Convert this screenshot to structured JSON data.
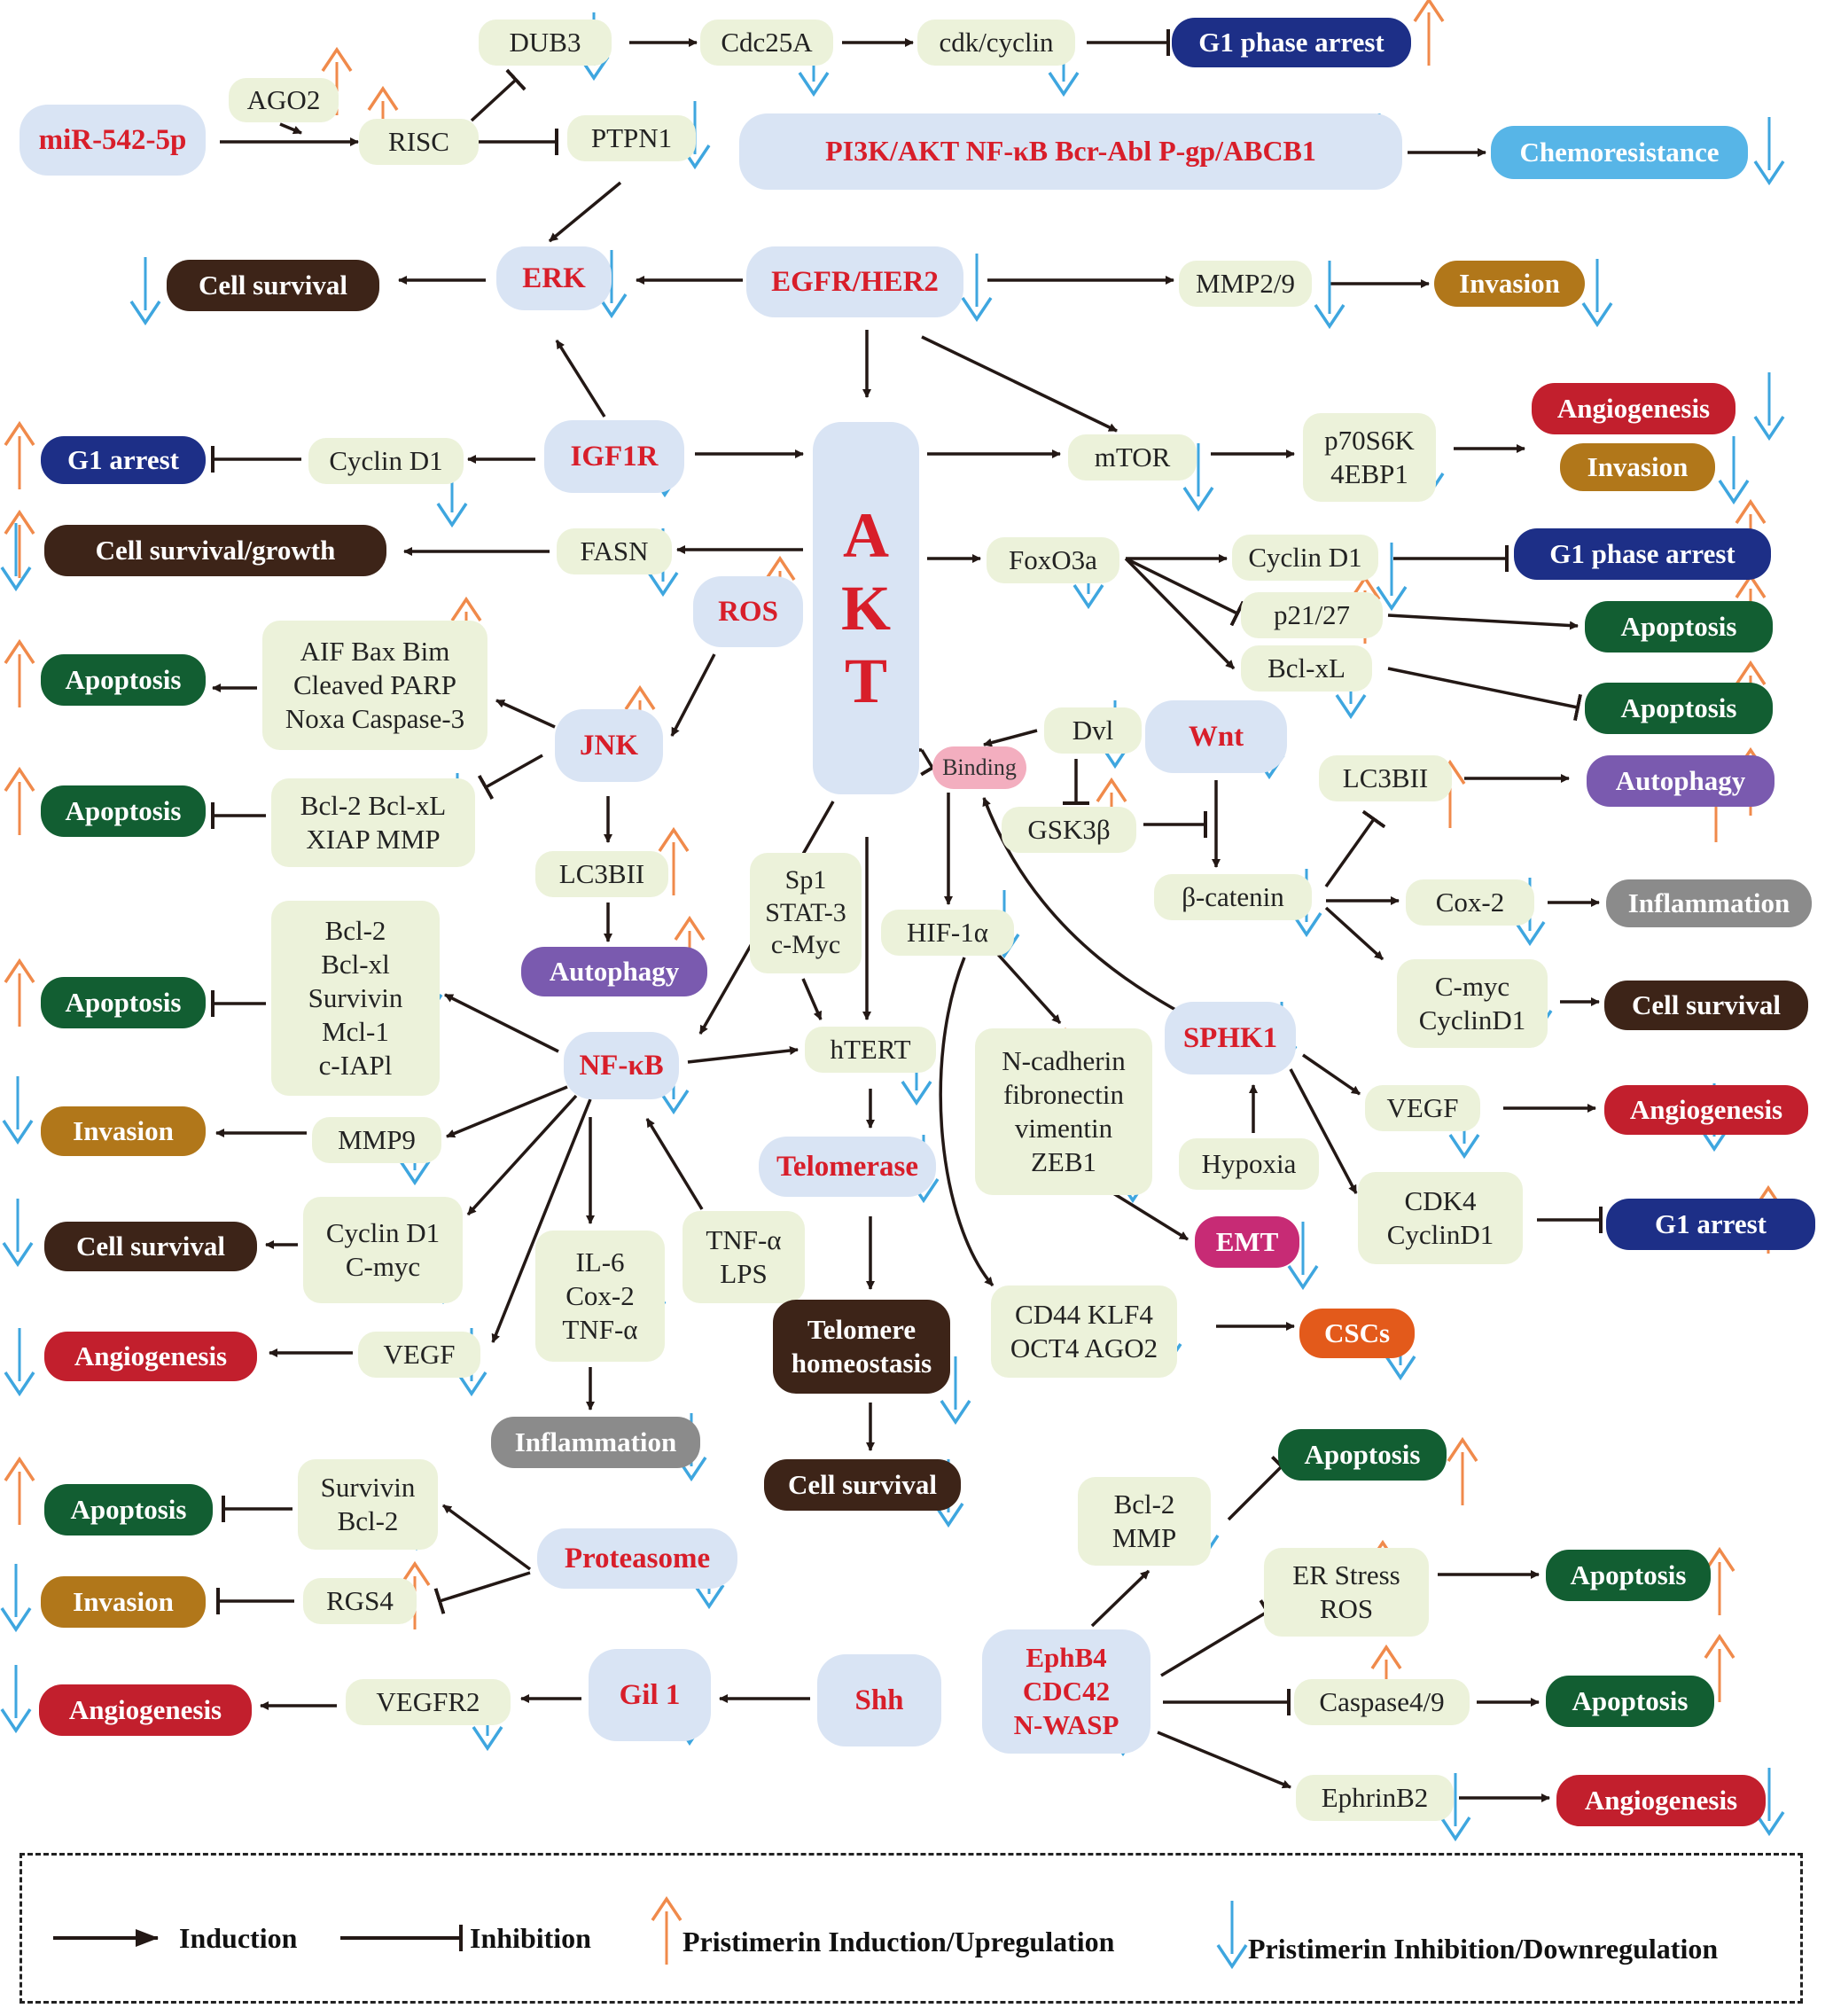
{
  "nodes": {
    "mir542": "miR-542-5p",
    "ago2": "AGO2",
    "risc": "RISC",
    "dub3": "DUB3",
    "cdc25a": "Cdc25A",
    "cdk_cyclin": "cdk/cyclin",
    "ptpn1": "PTPN1",
    "pi3k_group": "PI3K/AKT   NF-κB   Bcr-Abl   P-gp/ABCB1",
    "erk": "ERK",
    "egfr": "EGFR/HER2",
    "mmp29": "MMP2/9",
    "igf1r": "IGF1R",
    "cyclin_d1": "Cyclin D1",
    "akt_a": "A",
    "akt_k": "K",
    "akt_t": "T",
    "mtor": "mTOR",
    "p70s6k": "p70S6K",
    "ebp1": "4EBP1",
    "fasn": "FASN",
    "foxo3a": "FoxO3a",
    "ros": "ROS",
    "p21_27": "p21/27",
    "bcl_xl": "Bcl-xL",
    "aif_line1": "AIF Bax Bim",
    "aif_line2": "Cleaved PARP",
    "aif_line3": "Noxa Caspase-3",
    "jnk": "JNK",
    "dvl": "Dvl",
    "wnt": "Wnt",
    "binding": "Binding",
    "lc3bii": "LC3BII",
    "bcl2_line1": "Bcl-2 Bcl-xL",
    "bcl2_line2": "XIAP MMP",
    "gsk3b": "GSK3β",
    "sp1": "Sp1",
    "stat3": "STAT-3",
    "cmyc": "c-Myc",
    "bcatenin": "β-catenin",
    "hif1a": "HIF-1α",
    "cox2": "Cox-2",
    "list_bcl2": "Bcl-2",
    "list_bclxl": "Bcl-xl",
    "list_survivin": "Survivin",
    "list_mcl1": "Mcl-1",
    "list_ciap": "c-IAPl",
    "c_myc": "C-myc",
    "cyclind1_b": "CyclinD1",
    "nfkb": "NF-κB",
    "htert": "hTERT",
    "ncadherin": "N-cadherin",
    "fibronectin": "fibronectin",
    "vimentin": "vimentin",
    "zeb1": "ZEB1",
    "sphk1": "SPHK1",
    "vegf": "VEGF",
    "mmp9": "MMP9",
    "telomerase": "Telomerase",
    "hypoxia": "Hypoxia",
    "cdk4": "CDK4",
    "tnfa": "TNF-α",
    "lps": "LPS",
    "il6": "IL-6",
    "cd44_line1": "CD44 KLF4",
    "cd44_line2": "OCT4 AGO2",
    "survivin": "Survivin",
    "bcl_2": "Bcl-2",
    "mmp": "MMP",
    "proteasome": "Proteasome",
    "er_stress": "ER Stress",
    "ros_plain": "ROS",
    "rgs4": "RGS4",
    "ephb4": "EphB4",
    "cdc42": "CDC42",
    "nwasp": "N-WASP",
    "shh": "Shh",
    "gli1": "Gil 1",
    "vegfr2": "VEGFR2",
    "caspase49": "Caspase4/9",
    "ephrinb2": "EphrinB2"
  },
  "outcomes": {
    "g1_phase_arrest": "G1 phase arrest",
    "chemoresistance": "Chemoresistance",
    "cell_survival": "Cell survival",
    "invasion": "Invasion",
    "g1_arrest": "G1 arrest",
    "angiogenesis": "Angiogenesis",
    "cell_survival_growth": "Cell survival/growth",
    "apoptosis": "Apoptosis",
    "autophagy": "Autophagy",
    "inflammation": "Inflammation",
    "emt": "EMT",
    "telomere_line1": "Telomere",
    "telomere_line2": "homeostasis",
    "cscs": "CSCs"
  },
  "legend": {
    "induction": "Induction",
    "inhibition": "Inhibition",
    "upregulation": "Pristimerin Induction/Upregulation",
    "downregulation": "Pristimerin Inhibition/Downregulation"
  },
  "colors": {
    "arrow": "#231815",
    "up_arrow": "#f08a4b",
    "down_arrow": "#3ea6df",
    "node_label_red": "#d81e2a",
    "green_node": "#ecf2da",
    "blue_node": "#d9e4f4"
  },
  "edges": [
    {
      "from": "miR-542-5p",
      "to": "RISC",
      "type": "induction"
    },
    {
      "from": "AGO2",
      "to": "RISC",
      "type": "induction"
    },
    {
      "from": "RISC",
      "to": "DUB3",
      "type": "inhibition"
    },
    {
      "from": "RISC",
      "to": "PTPN1",
      "type": "inhibition"
    },
    {
      "from": "DUB3",
      "to": "Cdc25A",
      "type": "induction"
    },
    {
      "from": "Cdc25A",
      "to": "cdk/cyclin",
      "type": "induction"
    },
    {
      "from": "cdk/cyclin",
      "to": "G1 phase arrest",
      "type": "inhibition"
    },
    {
      "from": "PI3K/AKT NF-κB Bcr-Abl P-gp/ABCB1",
      "to": "Chemoresistance",
      "type": "induction"
    },
    {
      "from": "PTPN1",
      "to": "ERK",
      "type": "induction"
    },
    {
      "from": "ERK",
      "to": "Cell survival",
      "type": "induction"
    },
    {
      "from": "EGFR/HER2",
      "to": "ERK",
      "type": "induction"
    },
    {
      "from": "EGFR/HER2",
      "to": "MMP2/9",
      "type": "induction"
    },
    {
      "from": "MMP2/9",
      "to": "Invasion",
      "type": "induction"
    },
    {
      "from": "EGFR/HER2",
      "to": "AKT",
      "type": "induction"
    },
    {
      "from": "EGFR/HER2",
      "to": "mTOR",
      "type": "induction"
    },
    {
      "from": "IGF1R",
      "to": "ERK",
      "type": "induction"
    },
    {
      "from": "IGF1R",
      "to": "Cyclin D1",
      "type": "induction"
    },
    {
      "from": "Cyclin D1",
      "to": "G1 arrest",
      "type": "inhibition"
    },
    {
      "from": "IGF1R",
      "to": "AKT",
      "type": "induction"
    },
    {
      "from": "AKT",
      "to": "mTOR",
      "type": "induction"
    },
    {
      "from": "mTOR",
      "to": "p70S6K 4EBP1",
      "type": "induction"
    },
    {
      "from": "p70S6K 4EBP1",
      "to": "Angiogenesis / Invasion",
      "type": "induction"
    },
    {
      "from": "AKT",
      "to": "FASN",
      "type": "induction"
    },
    {
      "from": "FASN",
      "to": "Cell survival/growth",
      "type": "induction"
    },
    {
      "from": "AKT",
      "to": "FoxO3a",
      "type": "induction"
    },
    {
      "from": "FoxO3a",
      "to": "Cyclin D1",
      "type": "induction"
    },
    {
      "from": "Cyclin D1",
      "to": "G1 phase arrest",
      "type": "inhibition"
    },
    {
      "from": "FoxO3a",
      "to": "p21/27",
      "type": "inhibition"
    },
    {
      "from": "FoxO3a",
      "to": "Bcl-xL",
      "type": "induction"
    },
    {
      "from": "p21/27",
      "to": "Apoptosis",
      "type": "induction"
    },
    {
      "from": "Bcl-xL",
      "to": "Apoptosis",
      "type": "inhibition"
    },
    {
      "from": "ROS",
      "to": "JNK",
      "type": "induction"
    },
    {
      "from": "JNK",
      "to": "AIF Bax Bim Cleaved PARP Noxa Caspase-3",
      "type": "induction"
    },
    {
      "from": "AIF Bax Bim Cleaved PARP Noxa Caspase-3",
      "to": "Apoptosis",
      "type": "induction"
    },
    {
      "from": "JNK",
      "to": "Bcl-2 Bcl-xL XIAP MMP",
      "type": "inhibition"
    },
    {
      "from": "Bcl-2 Bcl-xL XIAP MMP",
      "to": "Apoptosis",
      "type": "inhibition"
    },
    {
      "from": "JNK",
      "to": "LC3BII",
      "type": "induction"
    },
    {
      "from": "LC3BII",
      "to": "Autophagy",
      "type": "induction"
    },
    {
      "from": "AKT",
      "to": "NF-κB",
      "type": "induction"
    },
    {
      "from": "AKT",
      "to": "hTERT",
      "type": "induction"
    },
    {
      "from": "Sp1 STAT-3 c-Myc",
      "to": "hTERT",
      "type": "induction"
    },
    {
      "from": "hTERT",
      "to": "Telomerase",
      "type": "induction"
    },
    {
      "from": "Telomerase",
      "to": "Telomere homeostasis",
      "type": "induction"
    },
    {
      "from": "Telomere homeostasis",
      "to": "Cell survival",
      "type": "induction"
    },
    {
      "from": "AKT",
      "to": "Binding",
      "type": "inhibition"
    },
    {
      "from": "Dvl",
      "to": "Binding",
      "type": "induction"
    },
    {
      "from": "Dvl",
      "to": "GSK3β",
      "type": "inhibition"
    },
    {
      "from": "GSK3β",
      "to": "β-catenin",
      "type": "inhibition"
    },
    {
      "from": "Wnt",
      "to": "β-catenin",
      "type": "induction"
    },
    {
      "from": "Binding",
      "to": "HIF-1α",
      "type": "induction"
    },
    {
      "from": "SPHK1",
      "to": "Binding",
      "type": "induction"
    },
    {
      "from": "β-catenin",
      "to": "LC3BII",
      "type": "inhibition"
    },
    {
      "from": "LC3BII",
      "to": "Autophagy",
      "type": "induction"
    },
    {
      "from": "β-catenin",
      "to": "Cox-2",
      "type": "induction"
    },
    {
      "from": "Cox-2",
      "to": "Inflammation",
      "type": "induction"
    },
    {
      "from": "β-catenin",
      "to": "C-myc CyclinD1",
      "type": "induction"
    },
    {
      "from": "C-myc CyclinD1",
      "to": "Cell survival",
      "type": "induction"
    },
    {
      "from": "HIF-1α",
      "to": "N-cadherin fibronectin vimentin ZEB1",
      "type": "induction"
    },
    {
      "from": "N-cadherin fibronectin vimentin ZEB1",
      "to": "EMT",
      "type": "induction"
    },
    {
      "from": "HIF-1α",
      "to": "CD44 KLF4 OCT4 AGO2",
      "type": "induction"
    },
    {
      "from": "CD44 KLF4 OCT4 AGO2",
      "to": "CSCs",
      "type": "induction"
    },
    {
      "from": "Hypoxia",
      "to": "SPHK1",
      "type": "induction"
    },
    {
      "from": "SPHK1",
      "to": "VEGF",
      "type": "induction"
    },
    {
      "from": "VEGF",
      "to": "Angiogenesis",
      "type": "induction"
    },
    {
      "from": "SPHK1",
      "to": "CDK4 CyclinD1",
      "type": "induction"
    },
    {
      "from": "CDK4 CyclinD1",
      "to": "G1 arrest",
      "type": "inhibition"
    },
    {
      "from": "NF-κB",
      "to": "Bcl-2 Bcl-xl Survivin Mcl-1 c-IAPl",
      "type": "induction"
    },
    {
      "from": "Bcl-2 Bcl-xl Survivin Mcl-1 c-IAPl",
      "to": "Apoptosis",
      "type": "inhibition"
    },
    {
      "from": "NF-κB",
      "to": "hTERT",
      "type": "induction"
    },
    {
      "from": "NF-κB",
      "to": "MMP9",
      "type": "induction"
    },
    {
      "from": "MMP9",
      "to": "Invasion",
      "type": "induction"
    },
    {
      "from": "NF-κB",
      "to": "Cyclin D1 C-Myc",
      "type": "induction"
    },
    {
      "from": "Cyclin D1 C-Myc",
      "to": "Cell survival",
      "type": "induction"
    },
    {
      "from": "NF-κB",
      "to": "VEGF",
      "type": "induction"
    },
    {
      "from": "VEGF",
      "to": "Angiogenesis",
      "type": "induction"
    },
    {
      "from": "NF-κB",
      "to": "IL-6 Cox-2 TNF-α",
      "type": "induction"
    },
    {
      "from": "IL-6 Cox-2 TNF-α",
      "to": "Inflammation",
      "type": "induction"
    },
    {
      "from": "TNF-α LPS",
      "to": "NF-κB",
      "type": "induction"
    },
    {
      "from": "Proteasome",
      "to": "Survivin Bcl-2",
      "type": "induction"
    },
    {
      "from": "Proteasome",
      "to": "RGS4",
      "type": "inhibition"
    },
    {
      "from": "Survivin Bcl-2",
      "to": "Apoptosis",
      "type": "inhibition"
    },
    {
      "from": "RGS4",
      "to": "Invasion",
      "type": "inhibition"
    },
    {
      "from": "Shh",
      "to": "Gil 1",
      "type": "induction"
    },
    {
      "from": "Gil 1",
      "to": "VEGFR2",
      "type": "induction"
    },
    {
      "from": "VEGFR2",
      "to": "Angiogenesis",
      "type": "induction"
    },
    {
      "from": "EphB4 CDC42 N-WASP",
      "to": "Bcl-2 MMP",
      "type": "induction"
    },
    {
      "from": "Bcl-2 MMP",
      "to": "Apoptosis",
      "type": "inhibition"
    },
    {
      "from": "EphB4 CDC42 N-WASP",
      "to": "ER Stress ROS",
      "type": "inhibition"
    },
    {
      "from": "ER Stress ROS",
      "to": "Apoptosis",
      "type": "induction"
    },
    {
      "from": "EphB4 CDC42 N-WASP",
      "to": "Caspase4/9",
      "type": "inhibition"
    },
    {
      "from": "Caspase4/9",
      "to": "Apoptosis",
      "type": "induction"
    },
    {
      "from": "EphB4 CDC42 N-WASP",
      "to": "EphrinB2",
      "type": "induction"
    },
    {
      "from": "EphrinB2",
      "to": "Angiogenesis",
      "type": "induction"
    }
  ],
  "regulation": {
    "up": [
      "AGO2",
      "RISC",
      "G1 phase arrest",
      "G1 arrest",
      "ROS",
      "AIF Bax Bim",
      "JNK",
      "Apoptosis",
      "LC3BII",
      "Autophagy",
      "GSK3β",
      "p21/27",
      "Caspase4/9",
      "ER Stress",
      "RGS4"
    ],
    "down": [
      "DUB3",
      "Cdc25A",
      "cdk/cyclin",
      "PTPN1",
      "P-gp/ABCB1",
      "Chemoresistance",
      "ERK",
      "EGFR/HER2",
      "MMP2/9",
      "Invasion",
      "Cell survival",
      "IGF1R",
      "Cyclin D1",
      "AKT",
      "mTOR",
      "p70S6K",
      "Angiogenesis",
      "Cell survival/growth",
      "FASN",
      "FoxO3a",
      "Bcl-xL",
      "Dvl",
      "Wnt",
      "Bcl-2 Bcl-xL XIAP MMP",
      "Sp1",
      "HIF-1α",
      "β-catenin",
      "Cox-2",
      "Inflammation",
      "Survivin",
      "C-myc CyclinD1",
      "NF-κB",
      "hTERT",
      "SPHK1",
      "VEGF",
      "MMP9",
      "Telomerase",
      "ZEB1",
      "CDK4 CyclinD1",
      "Cyclin D1 C-Myc",
      "IL-6 Cox-2 TNF-α",
      "EMT",
      "Telomere homeostasis",
      "OCT4 AGO2",
      "CSCs",
      "Survivin Bcl-2",
      "Bcl-2 MMP",
      "Proteasome",
      "N-WASP",
      "Shh",
      "Gil 1",
      "VEGFR2",
      "EphrinB2"
    ]
  }
}
